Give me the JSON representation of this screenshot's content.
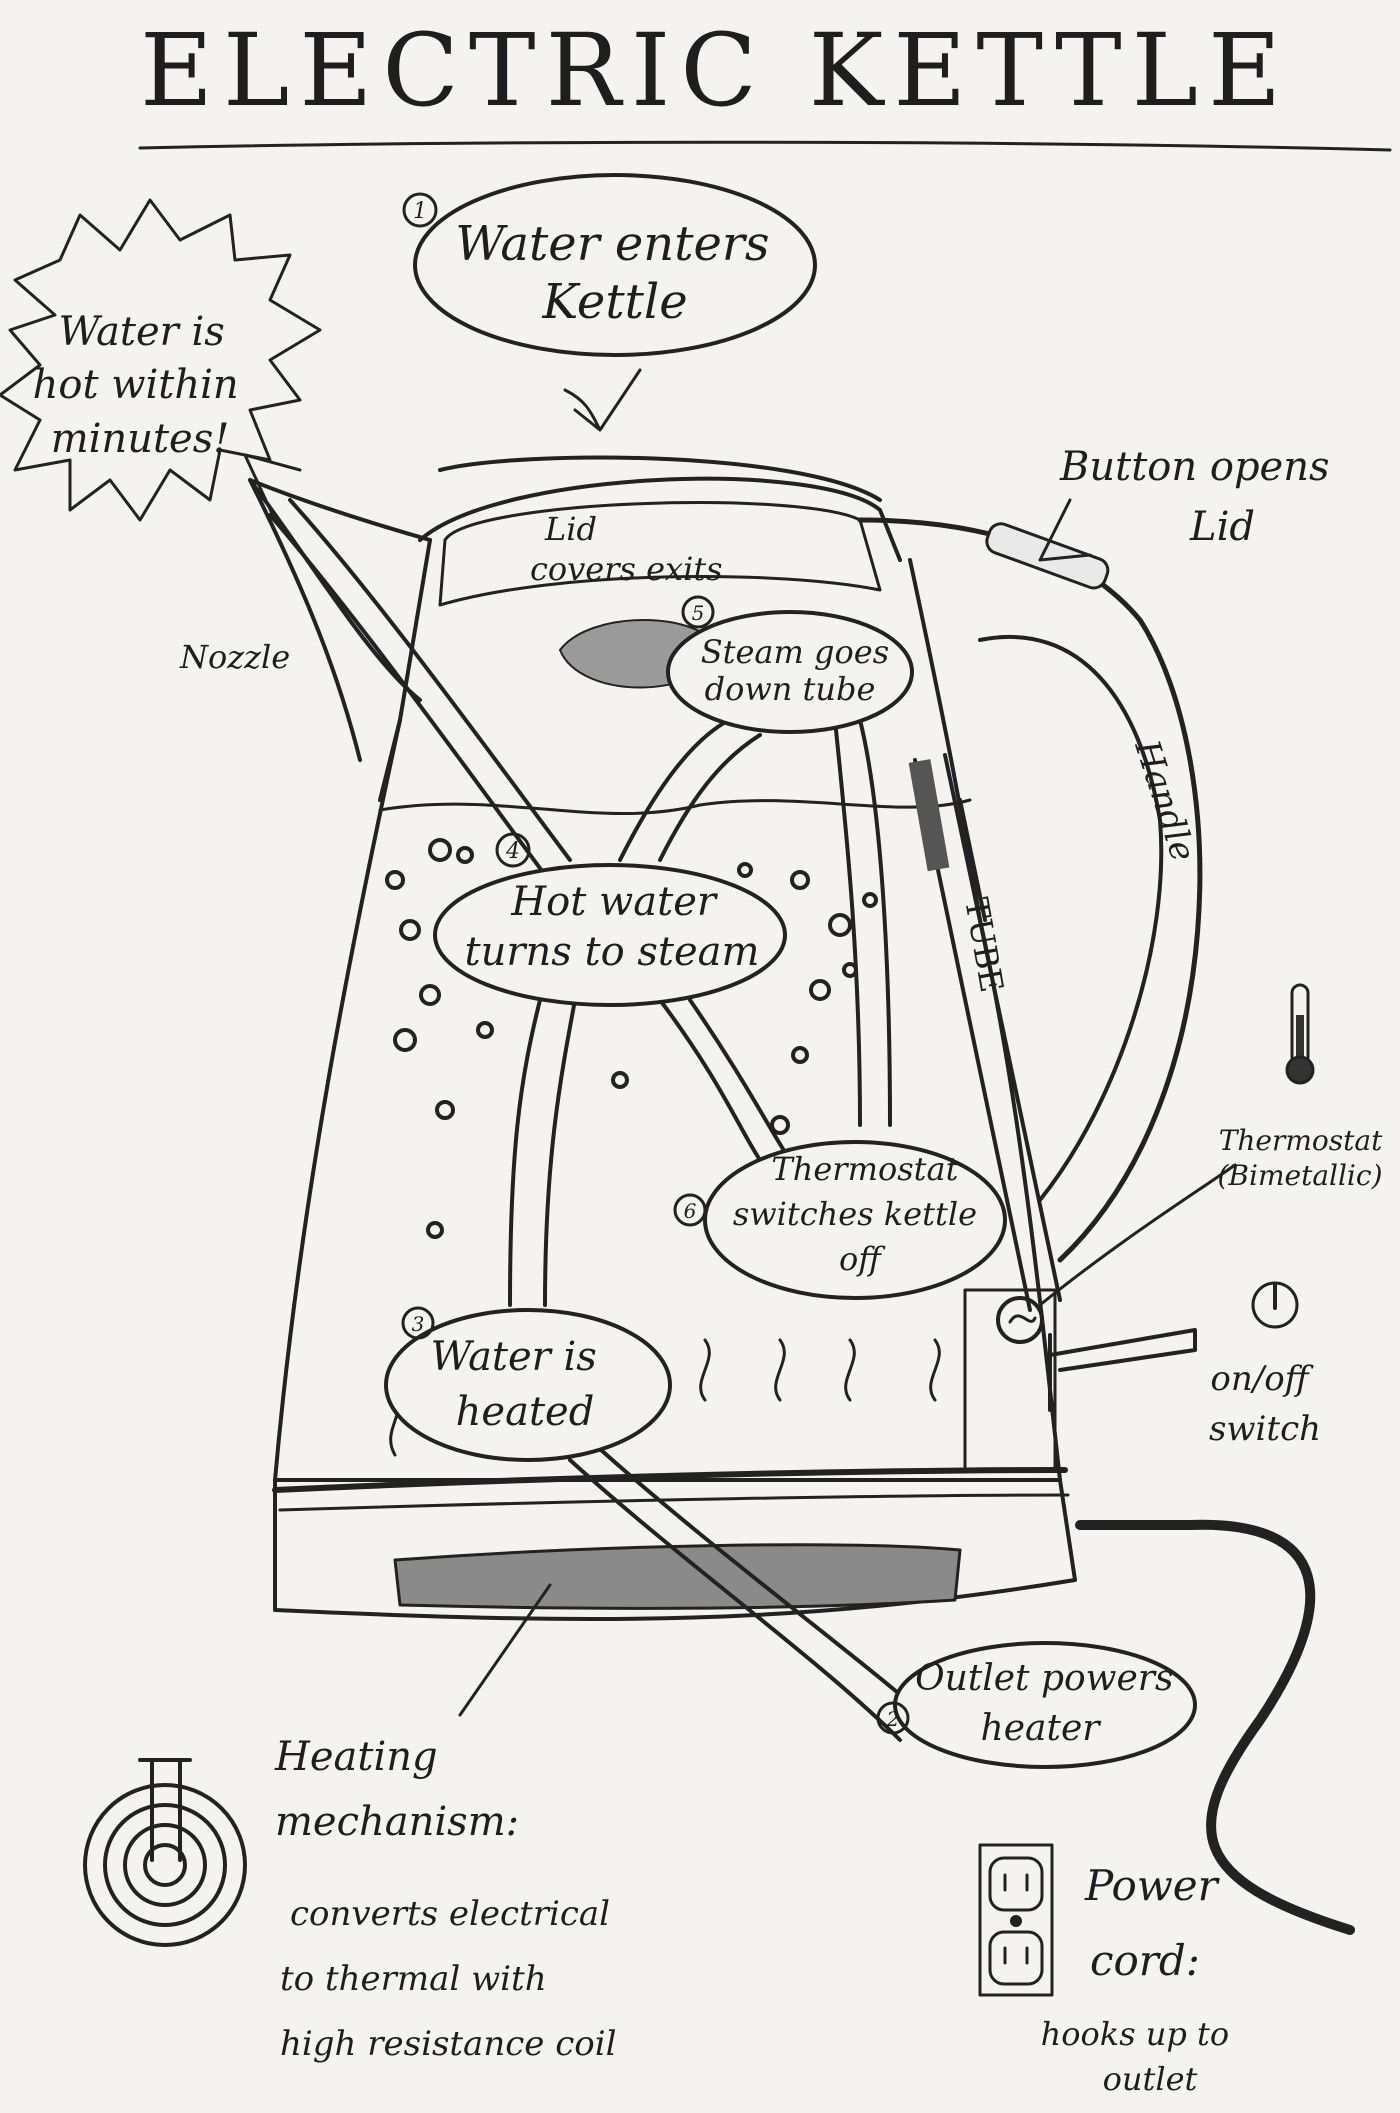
{
  "title": "ELECTRIC KETTLE",
  "steps": [
    {
      "number": "1",
      "text": [
        "Water enters",
        "Kettle"
      ]
    },
    {
      "number": "2",
      "text": [
        "Outlet powers",
        "heater"
      ]
    },
    {
      "number": "3",
      "text": [
        "Water is",
        "heated"
      ]
    },
    {
      "number": "4",
      "text": [
        "Hot water",
        "turns to steam"
      ]
    },
    {
      "number": "5",
      "text": [
        "Steam goes",
        "down tube"
      ]
    },
    {
      "number": "6",
      "text": [
        "Thermostat",
        "switches kettle",
        "off"
      ]
    }
  ],
  "burst": [
    "Water is",
    "hot within",
    "minutes!"
  ],
  "labels": {
    "button": [
      "Button opens",
      "Lid"
    ],
    "lid": [
      "Lid",
      "covers exits"
    ],
    "nozzle": "Nozzle",
    "handle": "Handle",
    "tube": "TUBE",
    "thermostat": [
      "Thermostat",
      "(Bimetallic)"
    ],
    "switch": [
      "on/off",
      "switch"
    ]
  },
  "heating": {
    "title": [
      "Heating",
      "mechanism:"
    ],
    "desc": [
      "converts electrical",
      "to thermal with",
      "high resistance coil"
    ]
  },
  "power": {
    "title": [
      "Power",
      "cord:"
    ],
    "desc": [
      "hooks up to",
      "outlet"
    ]
  }
}
